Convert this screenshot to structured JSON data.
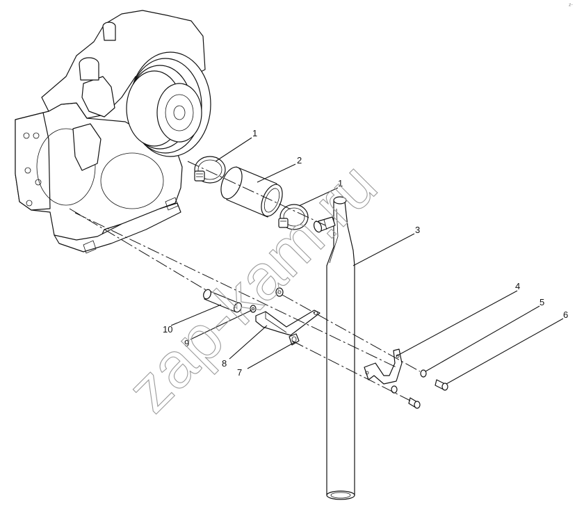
{
  "diagram": {
    "watermark": "zap-kam.ru",
    "corner_mark": "z-",
    "callouts": [
      {
        "id": "c1a",
        "text": "1"
      },
      {
        "id": "c2",
        "text": "2"
      },
      {
        "id": "c1b",
        "text": "1"
      },
      {
        "id": "c3",
        "text": "3"
      },
      {
        "id": "c4",
        "text": "4"
      },
      {
        "id": "c5",
        "text": "5"
      },
      {
        "id": "c6",
        "text": "6"
      },
      {
        "id": "c7",
        "text": "7"
      },
      {
        "id": "c8",
        "text": "8"
      },
      {
        "id": "c9",
        "text": "9"
      },
      {
        "id": "c10",
        "text": "10"
      }
    ]
  },
  "colors": {
    "line": "#111111",
    "background": "#ffffff",
    "watermark": "#9a9a9a"
  }
}
